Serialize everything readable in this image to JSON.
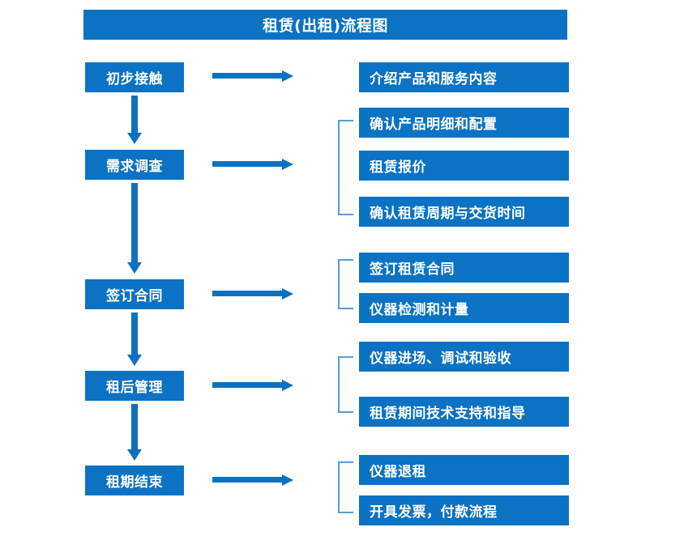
{
  "diagram": {
    "title": "租赁(出租)流程图",
    "colors": {
      "box_fill": "#0B72C4",
      "box_text": "#FFFFFF",
      "arrow": "#0C72C0",
      "bracket": "#5B9BD5",
      "background": "#FFFFFF"
    },
    "stages": [
      {
        "label": "初步接触",
        "details": [
          "介绍产品和服务内容"
        ],
        "bracketed": false
      },
      {
        "label": "需求调查",
        "details": [
          "确认产品明细和配置",
          "租赁报价",
          "确认租赁周期与交货时间"
        ],
        "bracketed": true
      },
      {
        "label": "签订合同",
        "details": [
          "签订租赁合同",
          "仪器检测和计量"
        ],
        "bracketed": true
      },
      {
        "label": "租后管理",
        "details": [
          "仪器进场、调试和验收",
          "租赁期间技术支持和指导"
        ],
        "bracketed": true
      },
      {
        "label": "租期结束",
        "details": [
          "仪器退租",
          "开具发票，付款流程"
        ],
        "bracketed": true
      }
    ],
    "icons": {
      "arrow_right": "arrow-right-icon",
      "arrow_down": "arrow-down-icon",
      "bracket_left": "bracket-left-icon"
    }
  }
}
